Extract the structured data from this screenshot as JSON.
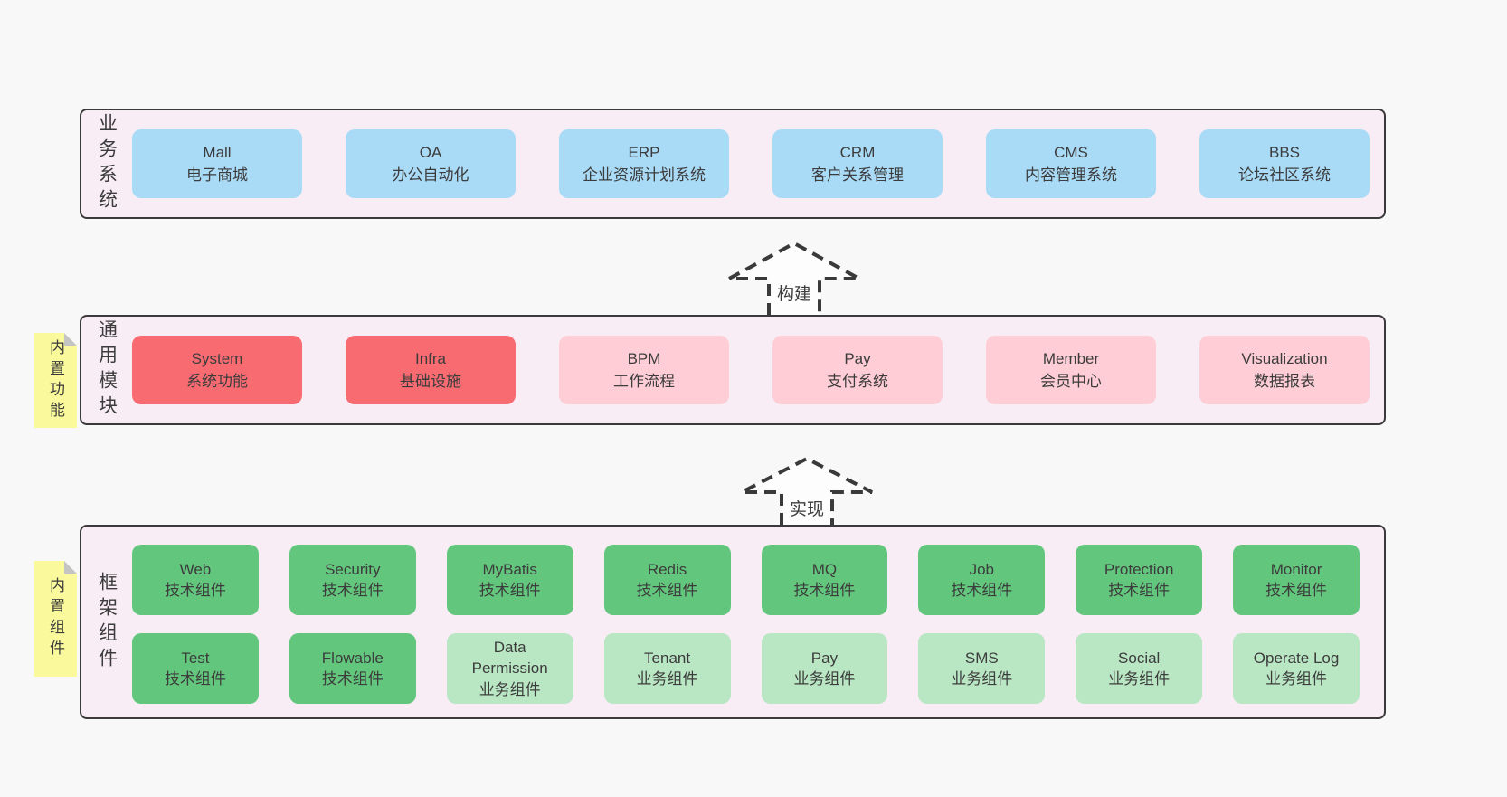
{
  "colors": {
    "page_bg": "#f8f8f8",
    "band_bg": "#f8ecf5",
    "band_border": "#3a3a3a",
    "blue_box": "#a9daf6",
    "red_box": "#f76b71",
    "pink_box": "#fecdd6",
    "green_box": "#62c77d",
    "lightgreen_box": "#b9e6c3",
    "sticky_bg": "#fafa9d",
    "sticky_fold": "#c4c4c4",
    "text": "#3c3c3c",
    "arrow_fill": "#fdfdfd"
  },
  "bands": {
    "business": {
      "label": "业务系统",
      "items": [
        {
          "title": "Mall",
          "subtitle": "电子商城",
          "color": "blue"
        },
        {
          "title": "OA",
          "subtitle": "办公自动化",
          "color": "blue"
        },
        {
          "title": "ERP",
          "subtitle": "企业资源计划系统",
          "color": "blue"
        },
        {
          "title": "CRM",
          "subtitle": "客户关系管理",
          "color": "blue"
        },
        {
          "title": "CMS",
          "subtitle": "内容管理系统",
          "color": "blue"
        },
        {
          "title": "BBS",
          "subtitle": "论坛社区系统",
          "color": "blue"
        }
      ]
    },
    "modules": {
      "label": "通用模块",
      "sticky": "内置功能",
      "items": [
        {
          "title": "System",
          "subtitle": "系统功能",
          "color": "red"
        },
        {
          "title": "Infra",
          "subtitle": "基础设施",
          "color": "red"
        },
        {
          "title": "BPM",
          "subtitle": "工作流程",
          "color": "pink"
        },
        {
          "title": "Pay",
          "subtitle": "支付系统",
          "color": "pink"
        },
        {
          "title": "Member",
          "subtitle": "会员中心",
          "color": "pink"
        },
        {
          "title": "Visualization",
          "subtitle": "数据报表",
          "color": "pink"
        }
      ]
    },
    "framework": {
      "label": "框架组件",
      "sticky": "内置组件",
      "row1": [
        {
          "title": "Web",
          "subtitle": "技术组件",
          "color": "green"
        },
        {
          "title": "Security",
          "subtitle": "技术组件",
          "color": "green"
        },
        {
          "title": "MyBatis",
          "subtitle": "技术组件",
          "color": "green"
        },
        {
          "title": "Redis",
          "subtitle": "技术组件",
          "color": "green"
        },
        {
          "title": "MQ",
          "subtitle": "技术组件",
          "color": "green"
        },
        {
          "title": "Job",
          "subtitle": "技术组件",
          "color": "green"
        },
        {
          "title": "Protection",
          "subtitle": "技术组件",
          "color": "green"
        },
        {
          "title": "Monitor",
          "subtitle": "技术组件",
          "color": "green"
        }
      ],
      "row2": [
        {
          "title": "Test",
          "subtitle": "技术组件",
          "color": "green"
        },
        {
          "title": "Flowable",
          "subtitle": "技术组件",
          "color": "green"
        },
        {
          "title": "Data Permission",
          "subtitle": "业务组件",
          "color": "lightgreen"
        },
        {
          "title": "Tenant",
          "subtitle": "业务组件",
          "color": "lightgreen"
        },
        {
          "title": "Pay",
          "subtitle": "业务组件",
          "color": "lightgreen"
        },
        {
          "title": "SMS",
          "subtitle": "业务组件",
          "color": "lightgreen"
        },
        {
          "title": "Social",
          "subtitle": "业务组件",
          "color": "lightgreen"
        },
        {
          "title": "Operate Log",
          "subtitle": "业务组件",
          "color": "lightgreen"
        }
      ]
    }
  },
  "arrows": {
    "build": "构建",
    "implement": "实现"
  }
}
